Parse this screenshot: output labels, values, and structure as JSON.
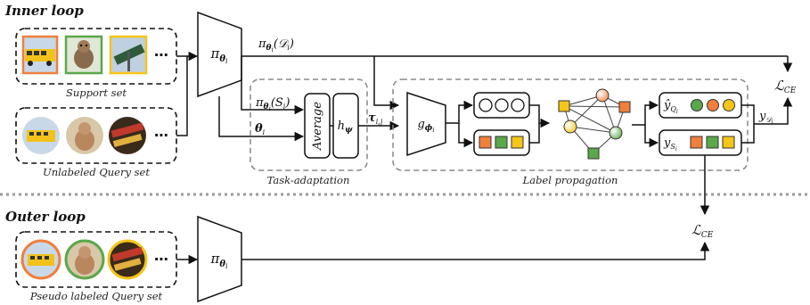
{
  "sections": {
    "inner_loop": "Inner loop",
    "outer_loop": "Outer loop"
  },
  "captions": {
    "support_set": "Support set",
    "unlabeled_query_set": "Unlabeled Query set",
    "task_adaptation": "Task-adaptation",
    "label_propagation": "Label propagation",
    "pseudo_labeled_query_set": "Pseudo labeled Query set"
  },
  "modules": {
    "encoder_inner": "π_θi",
    "encoder_outer": "π_θi",
    "average": "Average",
    "h_psi": "h_ψ",
    "g_phi": "g_ϕi"
  },
  "edge_labels": {
    "pi_D": "π_θi(D_i)",
    "pi_S": "π_θi(S_i)",
    "theta": "θ_i",
    "tau": "τ_i,j",
    "y_Q": "ŷ_Qi",
    "y_S": "y_Si",
    "y_D": "y_Di"
  },
  "losses": {
    "inner": "L_CE",
    "outer": "L_CE"
  },
  "ellipsis": "⋯",
  "colors": {
    "orange": "#f07f3c",
    "green": "#5aa84a",
    "yellow": "#f5c518",
    "dashed_gray": "#888888"
  }
}
